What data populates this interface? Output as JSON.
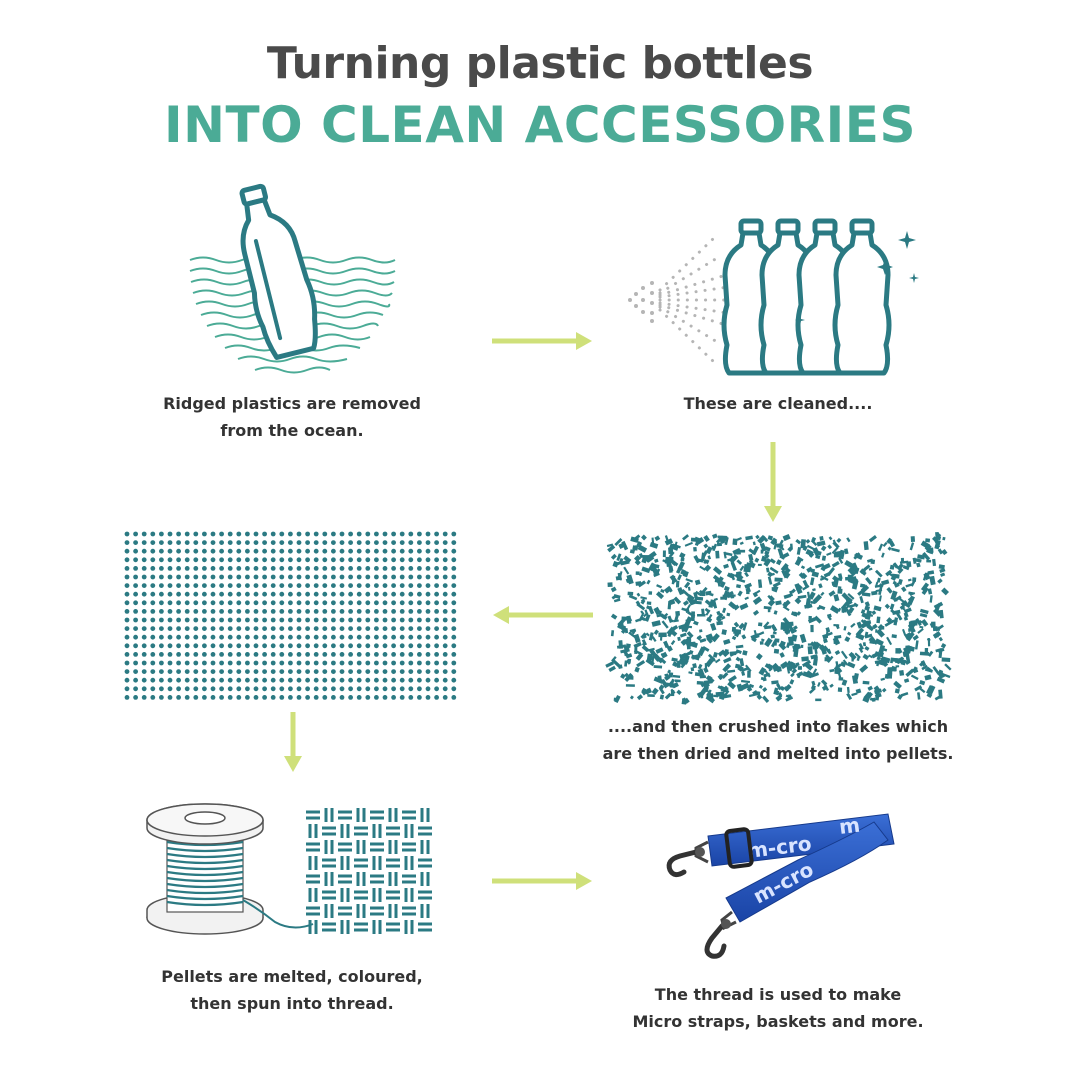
{
  "title": {
    "line1": "Turning plastic bottles",
    "line2": "INTO CLEAN ACCESSORIES"
  },
  "colors": {
    "teal": "#2b7a83",
    "title_green": "#4bab96",
    "wave_green": "#4bab96",
    "arrow": "#cfe07a",
    "text": "#333333",
    "strap_blue": "#1f4fb5"
  },
  "steps": [
    {
      "icon": "bottle-in-ocean-icon",
      "lines": [
        "Ridged plastics are removed",
        "from the ocean."
      ]
    },
    {
      "icon": "bottles-cleaning-icon",
      "lines": [
        "These are cleaned...."
      ]
    },
    {
      "icon": "plastic-flakes-icon",
      "lines": [
        "....and then crushed into flakes which",
        "are then dried and melted into pellets."
      ]
    },
    {
      "icon": "pellets-grid-icon",
      "lines": []
    },
    {
      "icon": "thread-spool-weave-icon",
      "lines": [
        "Pellets are melted, coloured,",
        "then spun into thread."
      ]
    },
    {
      "icon": "micro-strap-icon",
      "lines": [
        "The thread is used to make",
        "Micro straps, baskets and more."
      ]
    }
  ],
  "strap": {
    "logo_text": "m-cro"
  }
}
